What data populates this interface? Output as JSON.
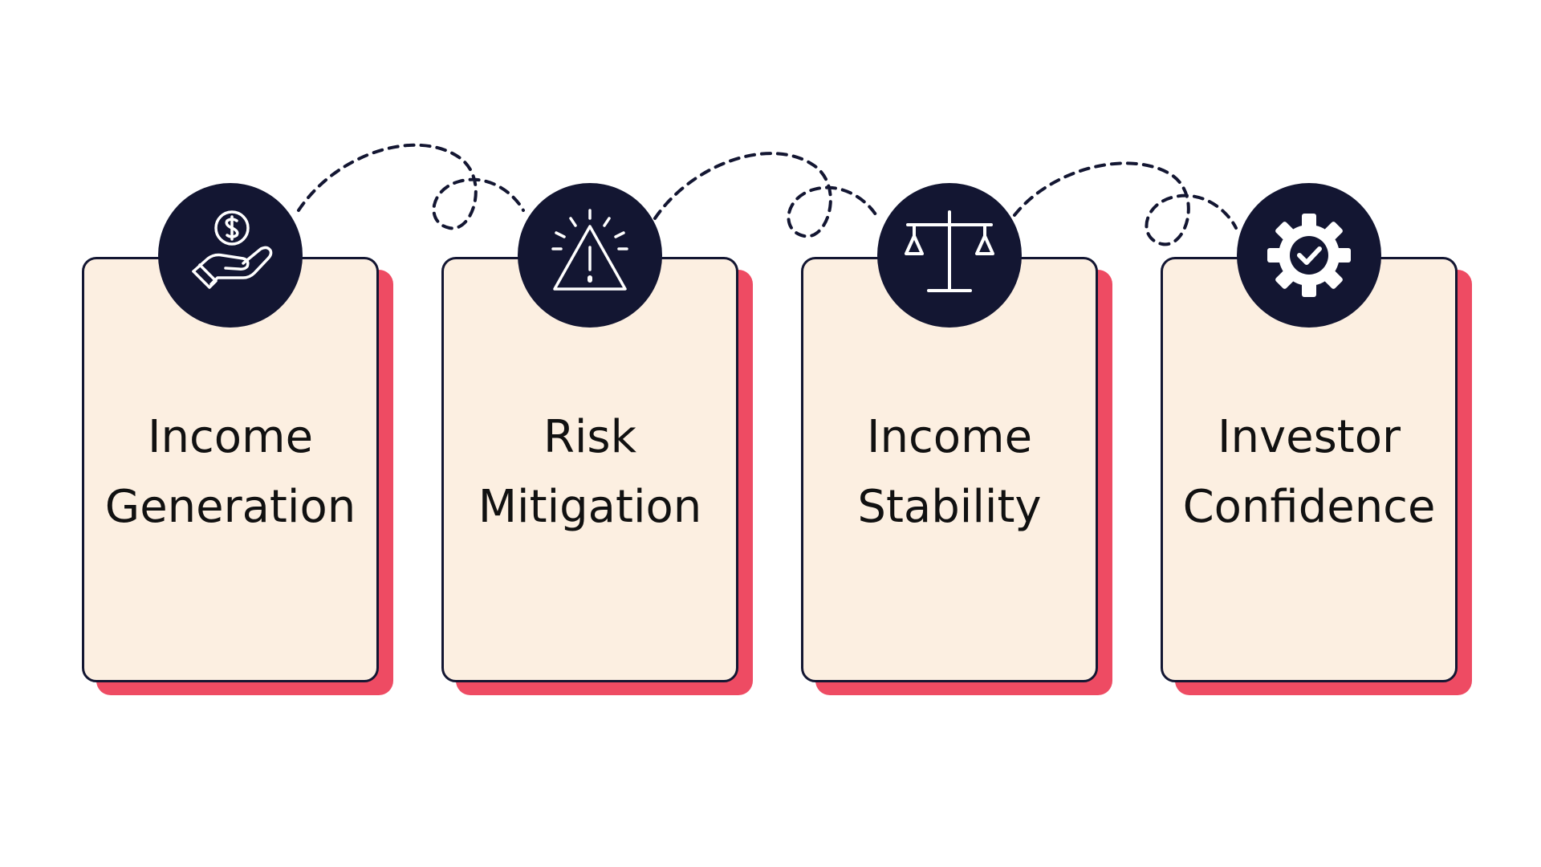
{
  "colors": {
    "background": "#ffffff",
    "card_fill": "#fcefe1",
    "card_border": "#131632",
    "card_shadow": "#ee4b63",
    "badge": "#131632",
    "icon": "#ffffff",
    "text": "#111111",
    "connector": "#131632"
  },
  "cards": [
    {
      "title_line1": "Income",
      "title_line2": "Generation",
      "icon": "hand-dollar-icon"
    },
    {
      "title_line1": "Risk",
      "title_line2": "Mitigation",
      "icon": "warning-triangle-icon"
    },
    {
      "title_line1": "Income",
      "title_line2": "Stability",
      "icon": "balance-scale-icon"
    },
    {
      "title_line1": "Investor",
      "title_line2": "Confidence",
      "icon": "gear-check-icon"
    }
  ]
}
